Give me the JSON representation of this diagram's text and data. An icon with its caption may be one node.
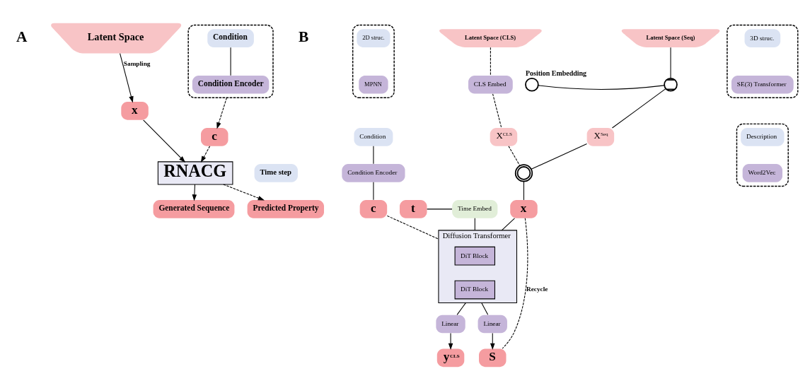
{
  "diagram": {
    "nodes": [
      {
        "text": [
          "Latent Space"
        ]
      },
      {
        "text": [],
        "shape": "box"
      },
      {
        "text": [
          "Condition"
        ],
        "in": 1
      },
      {
        "text": [
          "Condition Encoder"
        ],
        "in": 1
      },
      {
        "text": [
          "x"
        ]
      },
      {
        "text": [
          "c"
        ]
      },
      {
        "text": [
          "RNACG"
        ]
      },
      {
        "text": [
          "Time step"
        ]
      },
      {
        "text": [
          "Generated Sequence"
        ]
      },
      {
        "text": [
          "Predicted Property"
        ]
      },
      {
        "text": [
          "Latent Space (Seq)"
        ]
      },
      {
        "text": [
          "Latent Space (CLS)"
        ]
      },
      {
        "text": [],
        "shape": "circle",
        "beside": [
          "Position Embedding"
        ]
      },
      {
        "text": [],
        "shape": "circle"
      },
      {
        "text": [
          "CLS Embed"
        ]
      },
      {
        "text": [
          "X$^{Seq}$"
        ]
      },
      {
        "text": [
          "X$^{CLS}$"
        ]
      },
      {
        "text": [],
        "shape": "circle"
      },
      {
        "text": [
          "x"
        ]
      },
      {
        "text": [],
        "shape": "box"
      },
      {
        "text": [
          "2D struc."
        ],
        "in": 19
      },
      {
        "text": [
          "MPNN"
        ],
        "in": 19
      },
      {
        "text": [],
        "shape": "box"
      },
      {
        "text": [
          "3D struc."
        ],
        "in": 22
      },
      {
        "text": [
          "SE(3) Transformer"
        ],
        "in": 22
      },
      {
        "text": [
          "Condition"
        ]
      },
      {
        "text": [
          "Condition Encoder"
        ]
      },
      {
        "text": [],
        "shape": "box"
      },
      {
        "text": [
          "Description"
        ],
        "in": 27
      },
      {
        "text": [
          "Word2Vec"
        ],
        "in": 27
      },
      {
        "text": [
          "c"
        ]
      },
      {
        "text": [
          "Diffusion Transformer"
        ]
      },
      {
        "text": [
          "DiT Block"
        ],
        "in": 31
      },
      {
        "text": [
          "DiT Block"
        ],
        "in": 31
      },
      {
        "text": [
          "Time Embed"
        ]
      },
      {
        "text": [
          "t"
        ]
      },
      {
        "text": [
          "Linear"
        ]
      },
      {
        "text": [
          "Linear"
        ]
      },
      {
        "text": [
          "S"
        ]
      },
      {
        "text": [
          "y$^{CLS}$"
        ]
      }
    ],
    "edges": [
      {
        "from": 0,
        "to": 4,
        "arrow": "to",
        "label": "Sampling"
      },
      {
        "from": 2,
        "to": 3,
        "arrow": "none"
      },
      {
        "from": 1,
        "to": 5,
        "arrow": "to",
        "style": "dashed"
      },
      {
        "from": 4,
        "to": 6,
        "arrow": "to"
      },
      {
        "from": 5,
        "to": 6,
        "arrow": "to",
        "style": "dashed"
      },
      {
        "from": 6,
        "to": 8,
        "arrow": "to"
      },
      {
        "from": 6,
        "to": 9,
        "arrow": "to",
        "style": "dashed"
      },
      {
        "from": 10,
        "to": 13,
        "arrow": "none"
      },
      {
        "from": 12,
        "to": 13,
        "arrow": "none"
      },
      {
        "from": 13,
        "to": 15,
        "arrow": "none"
      },
      {
        "from": 11,
        "to": 14,
        "arrow": "none",
        "style": "dashed"
      },
      {
        "from": 14,
        "to": 16,
        "arrow": "none",
        "style": "dashed"
      },
      {
        "from": 16,
        "to": 17,
        "arrow": "none",
        "style": "dashed"
      },
      {
        "from": 15,
        "to": 17,
        "arrow": "none"
      },
      {
        "from": 17,
        "to": 18,
        "arrow": "none"
      },
      {
        "from": 25,
        "to": 26,
        "arrow": "none"
      },
      {
        "from": 26,
        "to": 30,
        "arrow": "none"
      },
      {
        "from": 18,
        "to": 31,
        "arrow": "none"
      },
      {
        "from": 30,
        "to": 31,
        "arrow": "none",
        "style": "dashed"
      },
      {
        "from": 35,
        "to": 34,
        "arrow": "none"
      },
      {
        "from": 34,
        "to": 31,
        "arrow": "none"
      },
      {
        "from": 31,
        "to": 36,
        "arrow": "none"
      },
      {
        "from": 31,
        "to": 37,
        "arrow": "none"
      },
      {
        "from": 36,
        "to": 38,
        "arrow": "to"
      },
      {
        "from": 37,
        "to": 39,
        "arrow": "to"
      },
      {
        "from": 18,
        "to": 38,
        "arrow": "none",
        "style": "dashed",
        "label": "Recycle"
      }
    ],
    "labels": [
      "A",
      "B"
    ]
  }
}
